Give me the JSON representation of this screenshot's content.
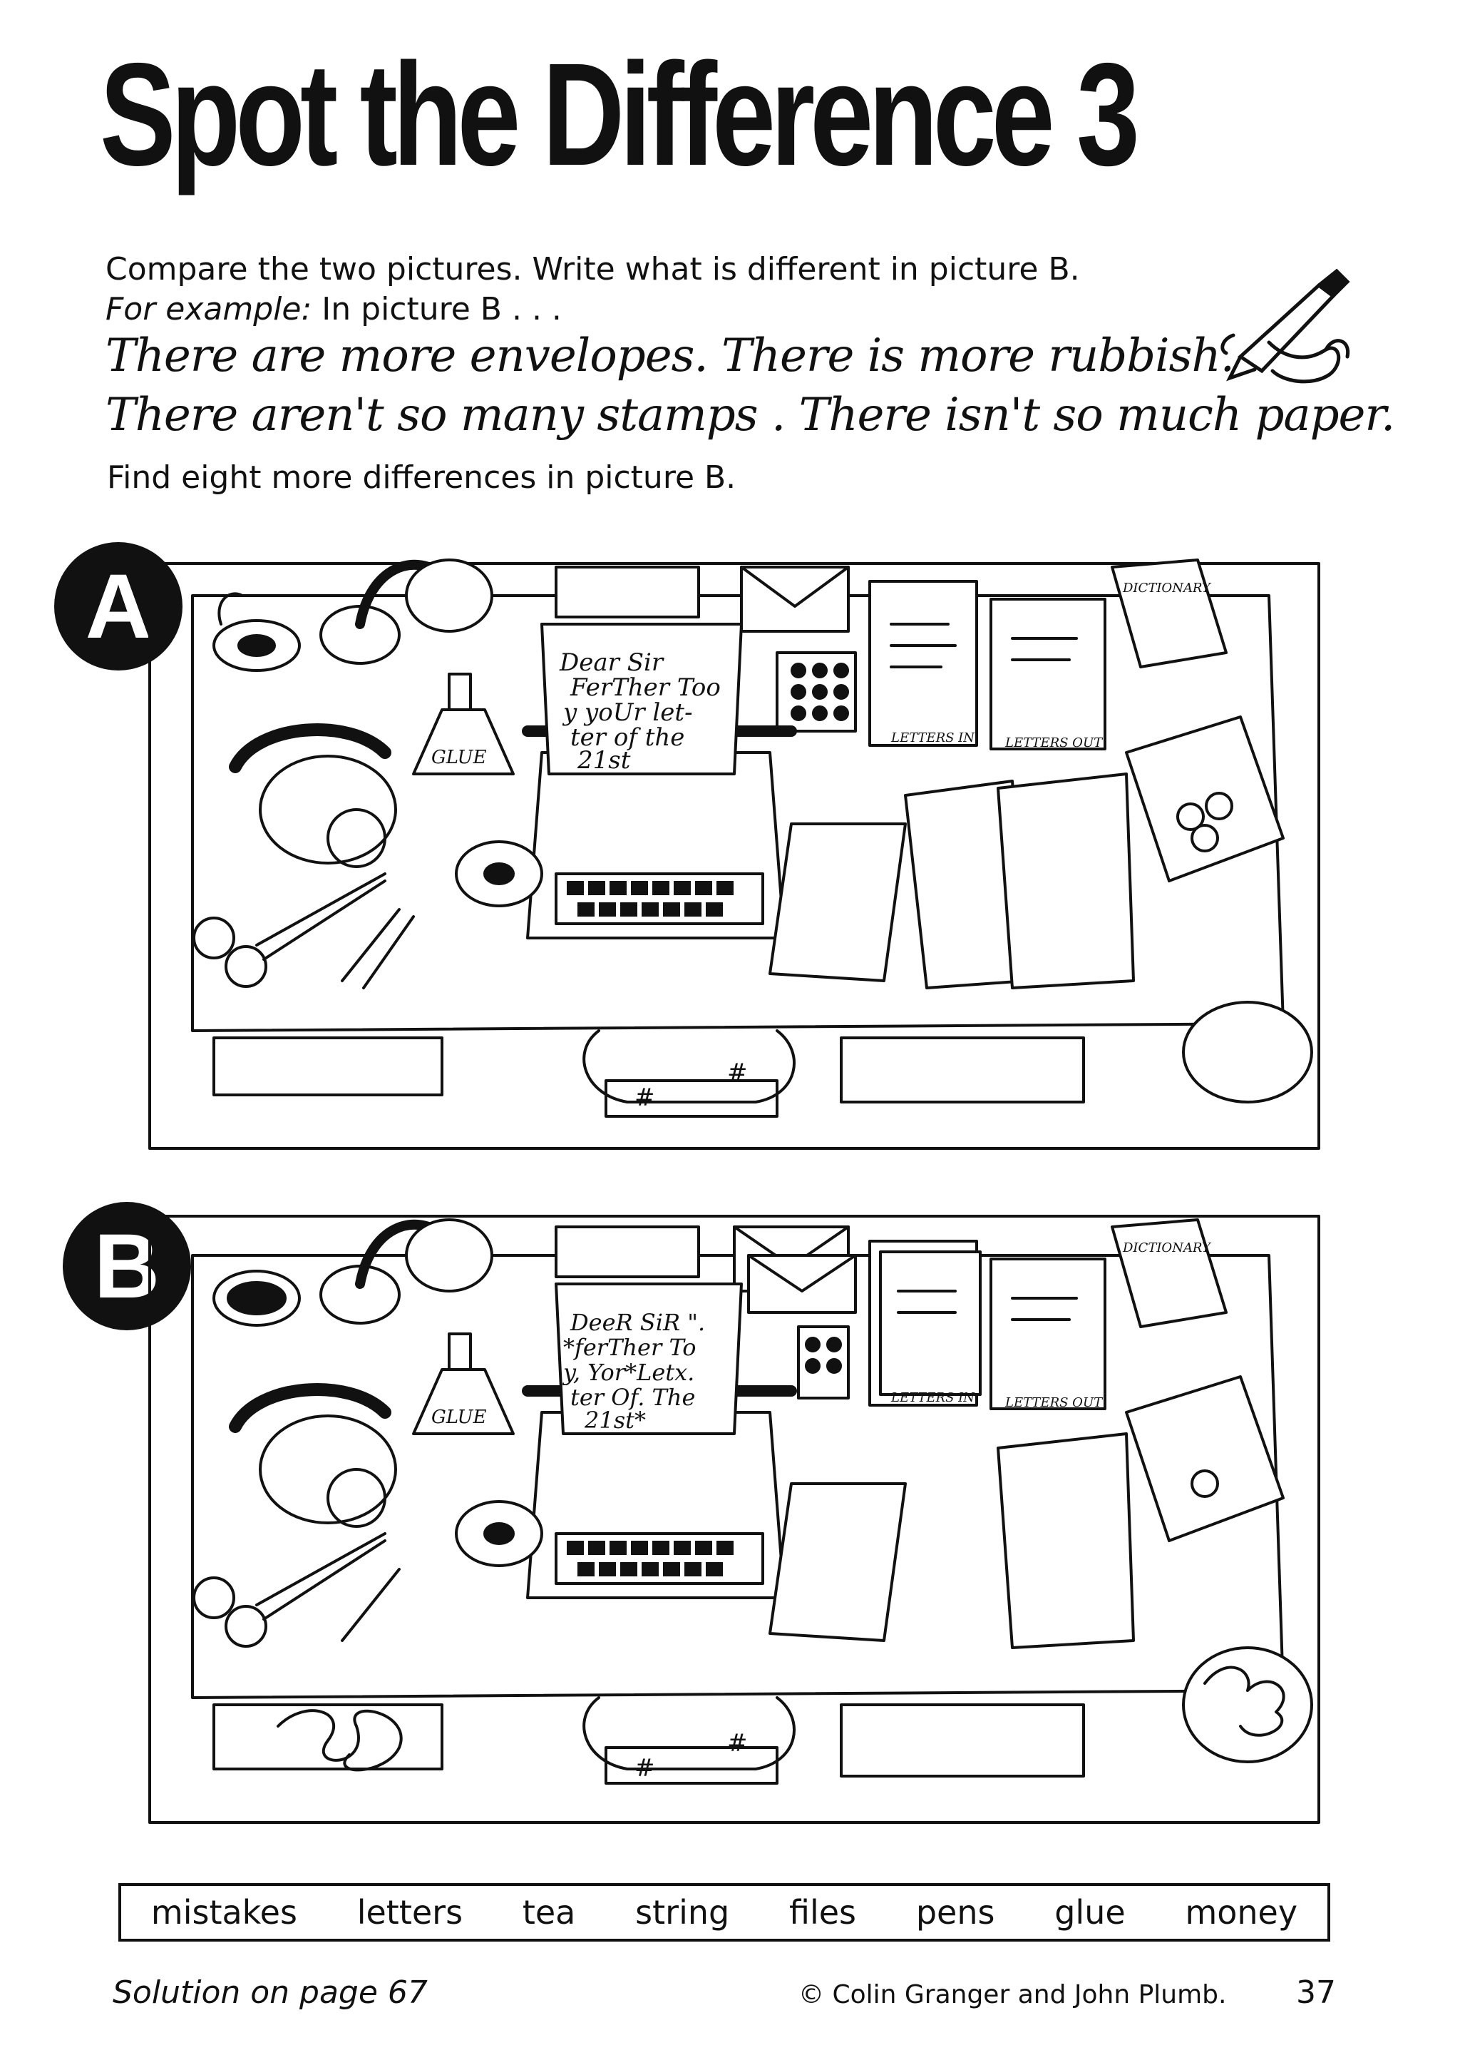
{
  "title": "Spot the Difference 3",
  "instructions": {
    "line1": "Compare the two pictures. Write what is different in picture B.",
    "example_label": "For example:",
    "example_text": "In picture B . . .",
    "handwritten1": "There are more envelopes.  There is more rubbish.",
    "handwritten2": "There aren't so many stamps . There isn't so much paper.",
    "task": "Find eight more differences in picture B."
  },
  "pictures": {
    "a": {
      "label": "A",
      "letter_text": [
        "Dear Sir",
        "FerTher Too",
        "y yoUr let-",
        "ter of the",
        "21st"
      ],
      "book_label": "DICTIONARY",
      "tray_in": "LETTERS IN",
      "tray_out": "LETTERS OUT",
      "glue_label": "GLUE"
    },
    "b": {
      "label": "B",
      "letter_text": [
        "DeeR SiR \".",
        "*ferTher To",
        "y, Yor*Letx.",
        "ter Of. The",
        "21st*"
      ],
      "book_label": "DICTIONARY",
      "tray_in": "LETTERS IN",
      "tray_out": "LETTERS OUT",
      "glue_label": "GLUE"
    }
  },
  "word_bank": [
    "mistakes",
    "letters",
    "tea",
    "string",
    "files",
    "pens",
    "glue",
    "money"
  ],
  "footer": {
    "solution": "Solution on page 67",
    "copyright": "© Colin Granger and John Plumb.",
    "page_number": "37"
  }
}
